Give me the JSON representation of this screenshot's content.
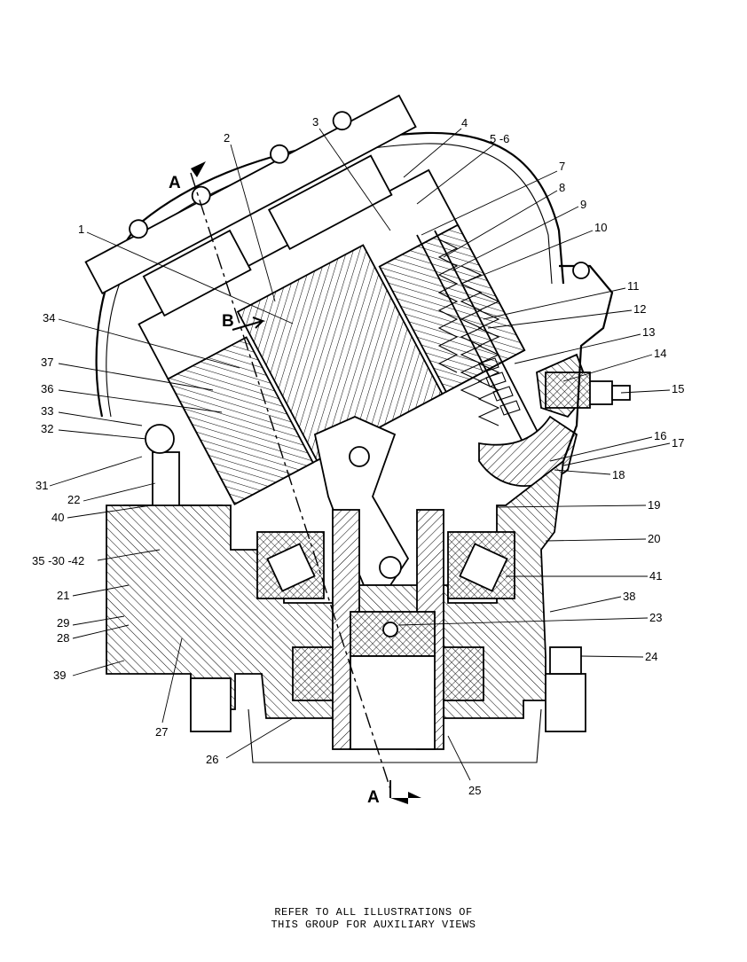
{
  "section_marks": {
    "a_top": "A",
    "a_bottom": "A",
    "b": "B"
  },
  "callouts": [
    {
      "id": "c1",
      "text": "1"
    },
    {
      "id": "c2",
      "text": "2"
    },
    {
      "id": "c3",
      "text": "3"
    },
    {
      "id": "c4",
      "text": "4"
    },
    {
      "id": "c5",
      "text": "5 -6"
    },
    {
      "id": "c7",
      "text": "7"
    },
    {
      "id": "c8",
      "text": "8"
    },
    {
      "id": "c9",
      "text": "9"
    },
    {
      "id": "c10",
      "text": "10"
    },
    {
      "id": "c11",
      "text": "11"
    },
    {
      "id": "c12",
      "text": "12"
    },
    {
      "id": "c13",
      "text": "13"
    },
    {
      "id": "c14",
      "text": "14"
    },
    {
      "id": "c15",
      "text": "15"
    },
    {
      "id": "c16",
      "text": "16"
    },
    {
      "id": "c17",
      "text": "17"
    },
    {
      "id": "c18",
      "text": "18"
    },
    {
      "id": "c19",
      "text": "19"
    },
    {
      "id": "c20",
      "text": "20"
    },
    {
      "id": "c41",
      "text": "41"
    },
    {
      "id": "c38",
      "text": "38"
    },
    {
      "id": "c23",
      "text": "23"
    },
    {
      "id": "c24",
      "text": "24"
    },
    {
      "id": "c25",
      "text": "25"
    },
    {
      "id": "c26",
      "text": "26"
    },
    {
      "id": "c27",
      "text": "27"
    },
    {
      "id": "c39",
      "text": "39"
    },
    {
      "id": "c28",
      "text": "28"
    },
    {
      "id": "c29",
      "text": "29"
    },
    {
      "id": "c21",
      "text": "21"
    },
    {
      "id": "c35",
      "text": "35  -30  -42"
    },
    {
      "id": "c40",
      "text": "40"
    },
    {
      "id": "c22",
      "text": "22"
    },
    {
      "id": "c31",
      "text": "31"
    },
    {
      "id": "c32",
      "text": "32"
    },
    {
      "id": "c33",
      "text": "33"
    },
    {
      "id": "c36",
      "text": "36"
    },
    {
      "id": "c37",
      "text": "37"
    },
    {
      "id": "c34",
      "text": "34"
    }
  ],
  "footer_note": {
    "line1": "REFER TO ALL ILLUSTRATIONS OF",
    "line2": "THIS GROUP FOR AUXILIARY VIEWS"
  }
}
